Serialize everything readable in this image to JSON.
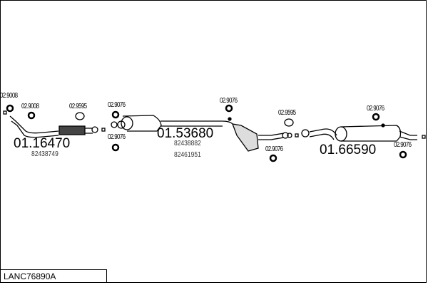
{
  "diagram_code": "LANC76890A",
  "parts": [
    {
      "number": "01.16470",
      "refs": [
        "82438749"
      ]
    },
    {
      "number": "01.53680",
      "refs": [
        "82438882",
        "82461951"
      ]
    },
    {
      "number": "01.66590",
      "refs": []
    }
  ],
  "fittings": [
    "02.9008",
    "02.9008",
    "02.9595",
    "02.9076",
    "02.9076",
    "02.9076",
    "02.9595",
    "02.9076",
    "02.9076",
    "02.9076"
  ]
}
